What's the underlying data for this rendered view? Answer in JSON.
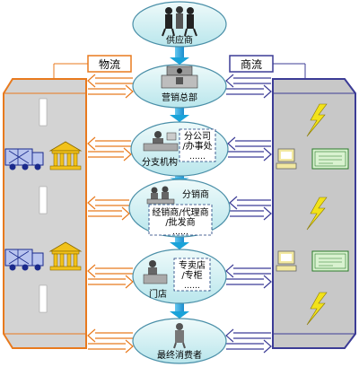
{
  "flows": {
    "logistics": "物流",
    "commerce": "商流"
  },
  "nodes": {
    "supplier": "供应商",
    "headquarters": "营销总部",
    "branch": "分支机构",
    "branch_box": [
      "分公司",
      "/办事处",
      "……"
    ],
    "distributor_box_title": "分销商",
    "distributor_box": [
      "经销商/代理商",
      "/批发商",
      "……"
    ],
    "store": "门店",
    "store_box": [
      "专卖店",
      "/专柜",
      "……"
    ],
    "consumer": "最终消费者"
  },
  "colors": {
    "ellipse_fill": "#d9f2f2",
    "ellipse_stroke": "#4a8fa8",
    "down_arrow": "#1aa3d9",
    "logistics": "#e87a1e",
    "commerce": "#3c3c96",
    "road": "#d3d3d3",
    "lightning": "#e8d51e"
  },
  "icons": {
    "supplier": "people-group-icon",
    "headquarters": "reception-desk-icon",
    "branch": "office-desk-icon",
    "distributor": "office-people-icon",
    "store": "shop-counter-icon",
    "consumer": "person-icon",
    "truck": "truck-icon",
    "bank": "bank-icon",
    "lightning": "lightning-icon",
    "computer": "computer-icon",
    "certificate": "certificate-icon"
  }
}
